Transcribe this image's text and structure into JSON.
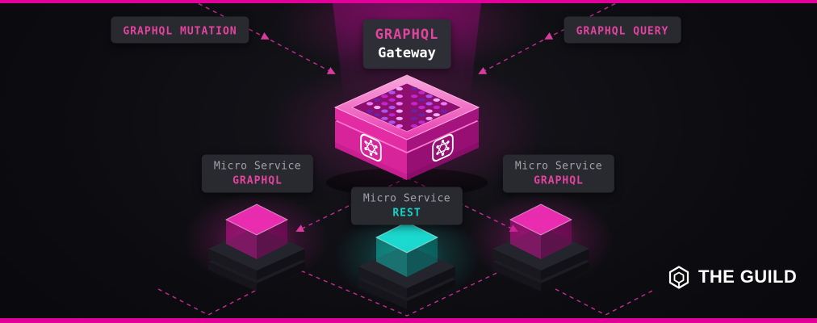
{
  "colors": {
    "accent_pink": "#e10098",
    "badge_pink": "#e2449f",
    "teal": "#14d3c8",
    "badge_bg": "#2a2a31",
    "background": "#0c0c10"
  },
  "badges": {
    "mutation": {
      "label": "GRAPHQL MUTATION"
    },
    "query": {
      "label": "GRAPHQL QUERY"
    },
    "gateway": {
      "line1": "GRAPHQL",
      "line2": "Gateway"
    },
    "service_left": {
      "line1": "Micro Service",
      "line2": "GRAPHQL"
    },
    "service_center": {
      "line1": "Micro Service",
      "line2": "REST"
    },
    "service_right": {
      "line1": "Micro Service",
      "line2": "GRAPHQL"
    }
  },
  "logo": {
    "text": "THE GUILD"
  },
  "edges": [
    "GraphQL Mutation -> Gateway",
    "GraphQL Query -> Gateway",
    "Gateway -> Micro Service GraphQL (left)",
    "Gateway -> Micro Service REST (center)",
    "Gateway -> Micro Service GraphQL (right)"
  ]
}
